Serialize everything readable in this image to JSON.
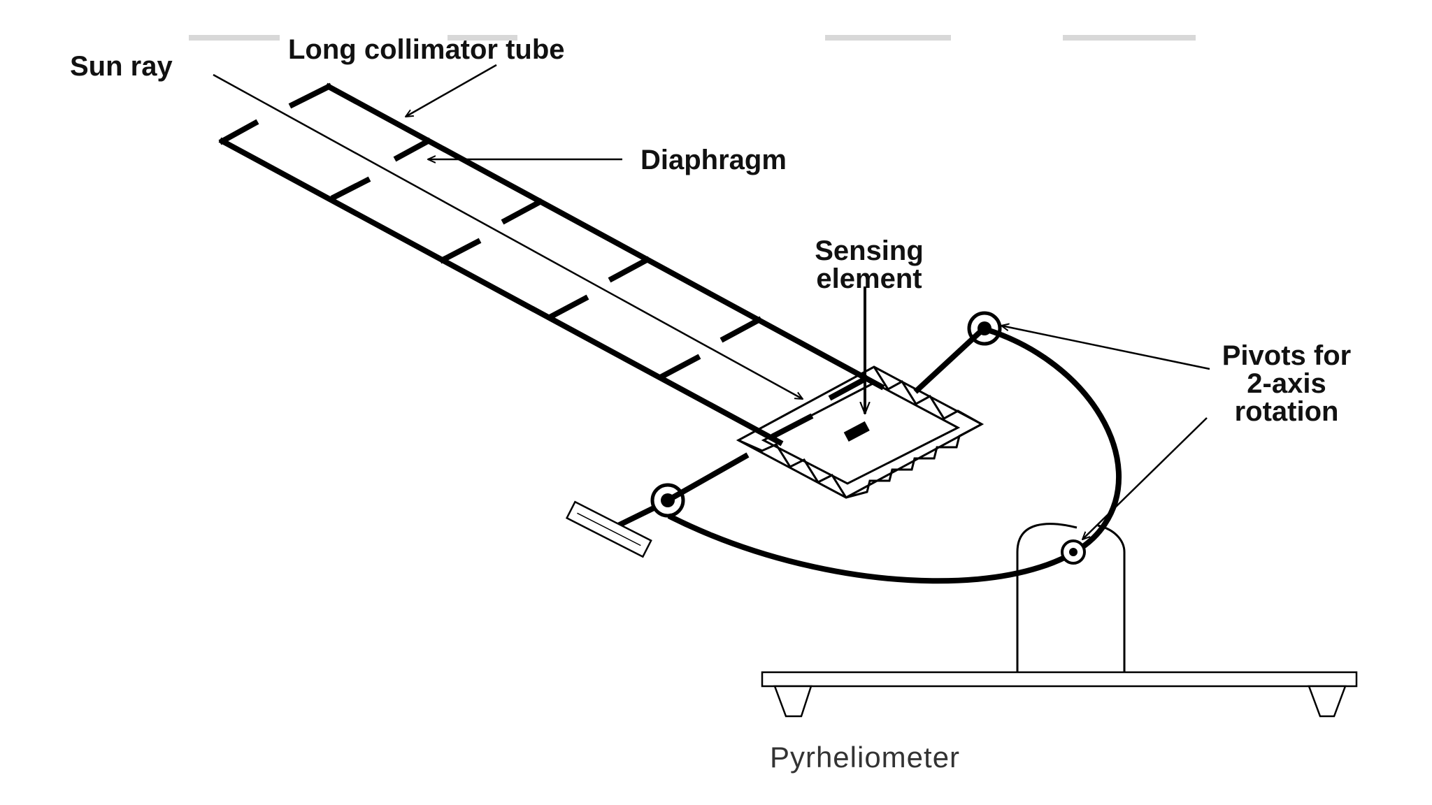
{
  "diagram": {
    "labels": {
      "sun_ray": "Sun ray",
      "collimator_tube": "Long collimator tube",
      "diaphragm": "Diaphragm",
      "sensing_element_line1": "Sensing",
      "sensing_element_line2": "element",
      "pivots_line1": "Pivots for",
      "pivots_line2": "2-axis",
      "pivots_line3": "rotation"
    },
    "caption": "Pyrheliometer",
    "line_color": "#000000",
    "background_color": "#ffffff"
  }
}
